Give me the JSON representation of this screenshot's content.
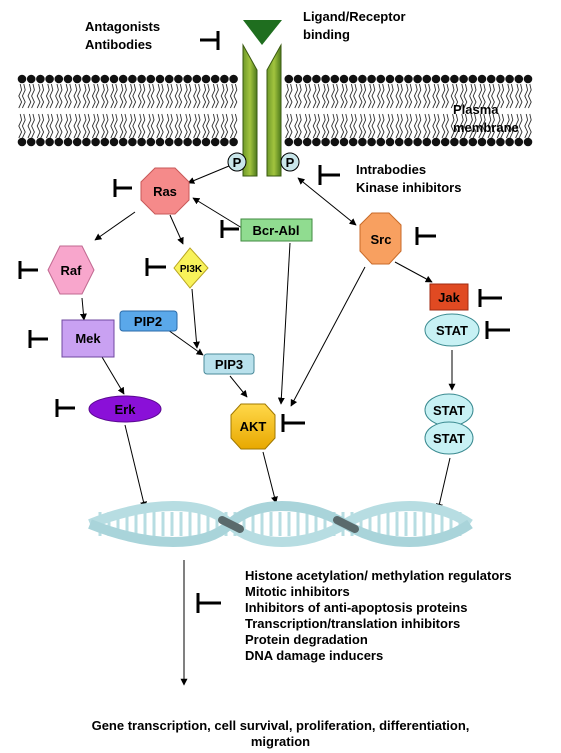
{
  "labels": {
    "antagonists": "Antagonists",
    "antibodies": "Antibodies",
    "ligand_receptor_1": "Ligand/Receptor",
    "ligand_receptor_2": "binding",
    "plasma_1": "Plasma",
    "plasma_2": "membrane",
    "intrabodies": "Intrabodies",
    "kinase_inhibitors": "Kinase inhibitors",
    "outcome_1": "Gene transcription, cell survival, proliferation, differentiation,",
    "outcome_2": "migration"
  },
  "nodes": {
    "p1": "P",
    "p2": "P",
    "ras": "Ras",
    "bcr_abl": "Bcr-Abl",
    "src": "Src",
    "raf": "Raf",
    "pi3k": "PI3K",
    "jak": "Jak",
    "stat1": "STAT",
    "mek": "Mek",
    "pip2": "PIP2",
    "pip3": "PIP3",
    "erk": "Erk",
    "akt": "AKT",
    "stat2": "STAT",
    "stat3": "STAT"
  },
  "nuclear_targets": [
    "Histone acetylation/ methylation regulators",
    "Mitotic inhibitors",
    "Inhibitors of anti-apoptosis proteins",
    "Transcription/translation inhibitors",
    "Protein degradation",
    "DNA damage inducers"
  ],
  "colors": {
    "receptor": "#4e7a1c",
    "ligand": "#1f6e1f",
    "phosphate": "#c9e6ea",
    "ras": "#f58a8a",
    "bcr_abl": "#90dc90",
    "src": "#f8a060",
    "raf": "#f8a6cc",
    "pi3k": "#f8f25a",
    "jak": "#e04a22",
    "stat": "#c7f1f4",
    "mek": "#c9a1f2",
    "pip2": "#5aa8ea",
    "pip3": "#b9e1ec",
    "erk": "#8a10d8",
    "akt": "#f6c010",
    "dna": "#b7dde2"
  }
}
